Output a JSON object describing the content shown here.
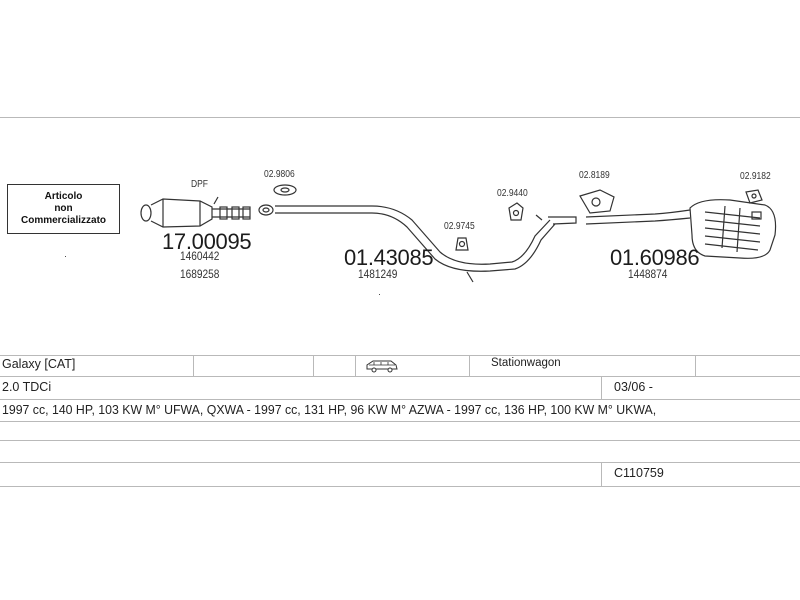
{
  "not_available_box": {
    "line1": "Articolo",
    "line2": "non",
    "line3": "Commercializzato"
  },
  "parts": [
    {
      "part_number": "17.00095",
      "refs": [
        "1460442",
        "1689258"
      ],
      "label": "DPF"
    },
    {
      "part_number": "01.43085",
      "refs": [
        "1481249"
      ]
    },
    {
      "part_number": "01.60986",
      "refs": [
        "1448874"
      ]
    }
  ],
  "accessory_tags": [
    "02.9806",
    "02.9745",
    "02.9440",
    "02.8189",
    "02.9182"
  ],
  "vehicle": {
    "model": "Galaxy  [CAT]",
    "body_type": "Stationwagon",
    "engine": "2.0 TDCi",
    "production_from": "03/06 -",
    "engine_codes": "1997 cc, 140 HP, 103 KW M° UFWA, QXWA - 1997 cc, 131 HP, 96 KW M° AZWA - 1997 cc, 136 HP, 100 KW M° UKWA,",
    "catalog_code": "C110759"
  }
}
